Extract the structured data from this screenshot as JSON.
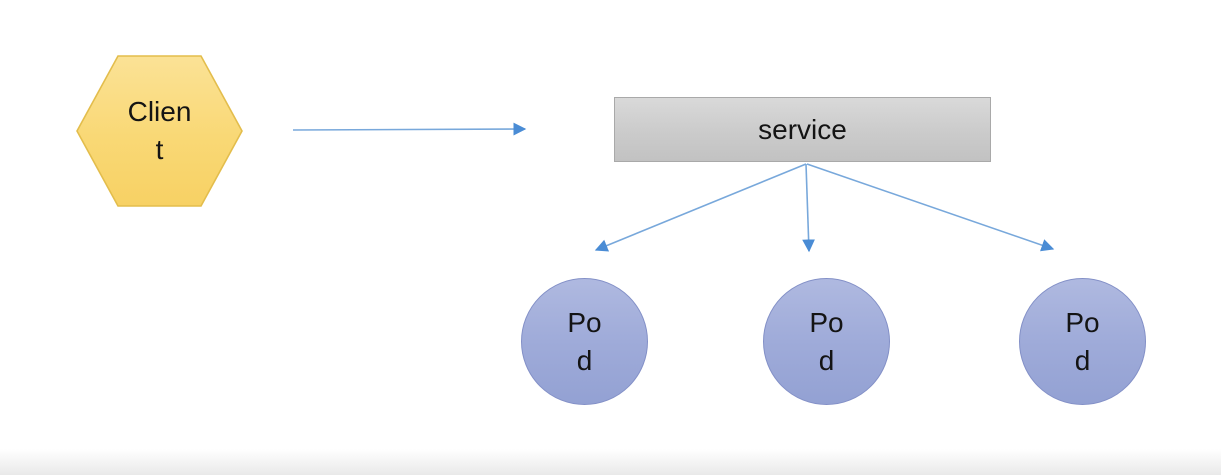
{
  "diagram": {
    "nodes": {
      "client": {
        "label": "Client",
        "lines": [
          "Clien",
          "t"
        ],
        "shape": "hexagon",
        "fill": "#f9d875",
        "border": "#e3bd4c"
      },
      "service": {
        "label": "service",
        "shape": "rectangle",
        "fill": "#cccccc",
        "border": "#a9a9a9"
      },
      "pods": [
        {
          "label": "Pod",
          "lines": [
            "Po",
            "d"
          ],
          "shape": "circle",
          "fill": "#9fabd9",
          "border": "#8390c7"
        },
        {
          "label": "Pod",
          "lines": [
            "Po",
            "d"
          ],
          "shape": "circle",
          "fill": "#9fabd9",
          "border": "#8390c7"
        },
        {
          "label": "Pod",
          "lines": [
            "Po",
            "d"
          ],
          "shape": "circle",
          "fill": "#9fabd9",
          "border": "#8390c7"
        }
      ]
    },
    "edges": [
      {
        "from": "Client",
        "to": "service"
      },
      {
        "from": "service",
        "to": "Pod 1"
      },
      {
        "from": "service",
        "to": "Pod 2"
      },
      {
        "from": "service",
        "to": "Pod 3"
      }
    ],
    "arrow_color": "#5b9bd5"
  }
}
